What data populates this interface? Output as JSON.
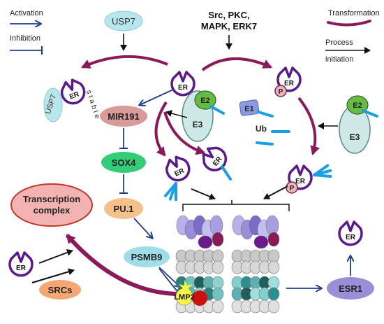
{
  "legend": {
    "activation": "Activation",
    "inhibition": "Inhibition",
    "transformation": "Transformation",
    "process_initiation_line1": "Process",
    "process_initiation_line2": "initiation"
  },
  "nodes": {
    "usp7_top": "USP7",
    "kinases_line1": "Src, PKC,",
    "kinases_line2": "MAPK, ERK7",
    "mir191": "MIR191",
    "sox4": "SOX4",
    "pu1": "PU.1",
    "psmb9": "PSMB9",
    "transcription_line1": "Transcription",
    "transcription_line2": "complex",
    "srcs": "SRCs",
    "esr1": "ESR1",
    "usp7_left": "USP7",
    "stable": "stable",
    "e1": "E1",
    "ub": "Ub",
    "e2": "E2",
    "e3": "E3",
    "p": "P",
    "er": "ER",
    "lmp2": "LMP2"
  },
  "colors": {
    "er_purple": "#5a1a8c",
    "transformation": "#8b1a5a",
    "activation_blue": "#1f3c8c",
    "pink_node": "#d99a9a",
    "green_node": "#33cc77",
    "light_orange": "#f5c08a",
    "light_blue_node": "#9fdde8",
    "lavender": "#9a8ed8",
    "e2_green": "#66bb44",
    "e3_fill": "#cde8e6",
    "ub_blue": "#1aa0e0"
  }
}
